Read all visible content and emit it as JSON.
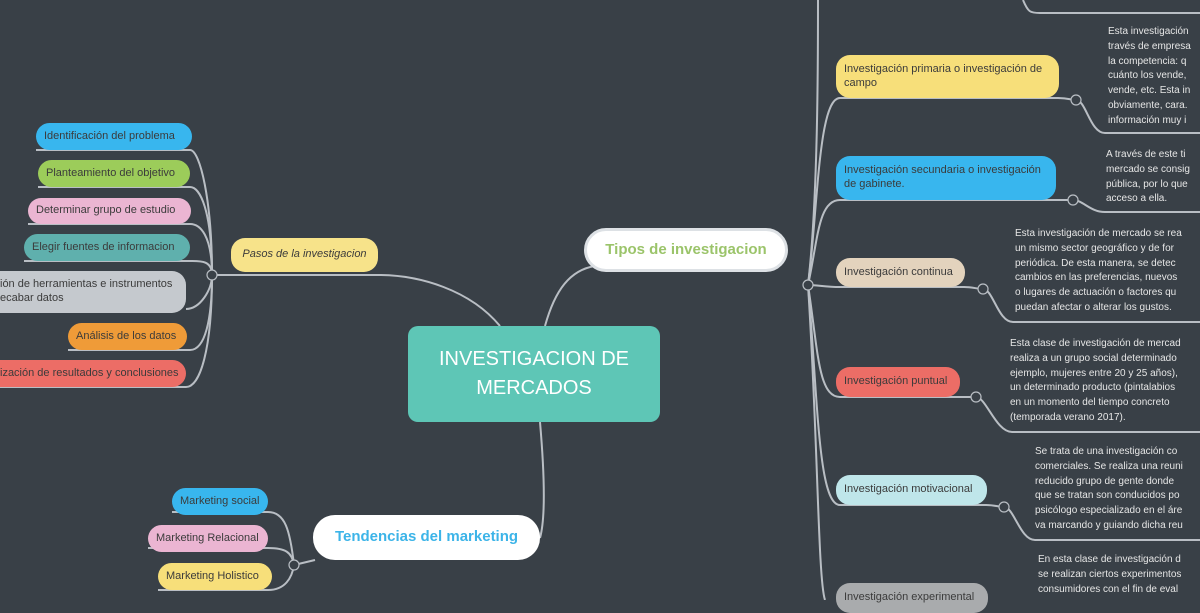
{
  "root": {
    "label": "INVESTIGACION DE MERCADOS",
    "color": "#5ec6b6"
  },
  "branches": {
    "tipos": {
      "label": "Tipos de investigacion",
      "color": "#9bc46a"
    },
    "pasos": {
      "label": "Pasos de la investigacion",
      "color": "#f7e38a"
    },
    "tendencias": {
      "label": "Tendencias del marketing",
      "color": "#3cb4e8"
    }
  },
  "pasos_items": [
    {
      "label": "Identificación del problema",
      "color": "#38b6ee"
    },
    {
      "label": "Planteamiento del objetivo",
      "color": "#9ccc5a"
    },
    {
      "label": "Determinar grupo de estudio",
      "color": "#ebb5d2"
    },
    {
      "label": "Elegir fuentes de informacion",
      "color": "#5fb0ad"
    },
    {
      "label": "ión de herramientas e instrumentos\necabar datos",
      "color": "#c5c9ce"
    },
    {
      "label": "Análisis de los datos",
      "color": "#ef9b38"
    },
    {
      "label": "ización de resultados y conclusiones",
      "color": "#ec6d66"
    }
  ],
  "tendencias_items": [
    {
      "label": "Marketing social",
      "color": "#38b6ee"
    },
    {
      "label": "Marketing Relacional",
      "color": "#ebb5d2"
    },
    {
      "label": "Marketing Holistico",
      "color": "#f7df7a"
    }
  ],
  "tipos_items": [
    {
      "label": "Investigación primaria o investigación de\ncampo",
      "color": "#f7df7a",
      "note": "Esta investigación\ntravés de empresa\nla competencia: q\ncuánto los vende,\nvende, etc. Esta in\nobviamente, cara.\ninformación muy i"
    },
    {
      "label": "Investigación secundaria o investigación\nde gabinete.",
      "color": "#38b6ee",
      "note": "A través de este ti\nmercado se consig\npública, por lo que\nacceso a ella."
    },
    {
      "label": "Investigación continua",
      "color": "#e3d3bd",
      "note": "Esta investigación de mercado se rea\nun mismo sector geográfico y de for\nperiódica. De esta manera, se detec\ncambios en las preferencias, nuevos\no lugares de actuación o factores qu\npuedan afectar o alterar los gustos."
    },
    {
      "label": "Investigación puntual",
      "color": "#ec6d66",
      "note": "Esta clase de investigación de mercad\nrealiza a un grupo social determinado\nejemplo, mujeres entre 20 y 25 años),\nun determinado producto (pintalabios\nen un momento del tiempo concreto\n(temporada verano 2017)."
    },
    {
      "label": "Investigación motivacional",
      "color": "#bfe6ea",
      "note": "Se trata de una investigación co\ncomerciales. Se realiza una reuni\nreducido grupo de gente donde\nque se tratan son conducidos po\npsicólogo especializado en el áre\nva marcando y guiando dicha reu"
    },
    {
      "label": "Investigación experimental",
      "color": "#a9abad",
      "note": "En esta clase de investigación d\nse realizan ciertos experimentos\nconsumidores con el fin de eval"
    }
  ]
}
